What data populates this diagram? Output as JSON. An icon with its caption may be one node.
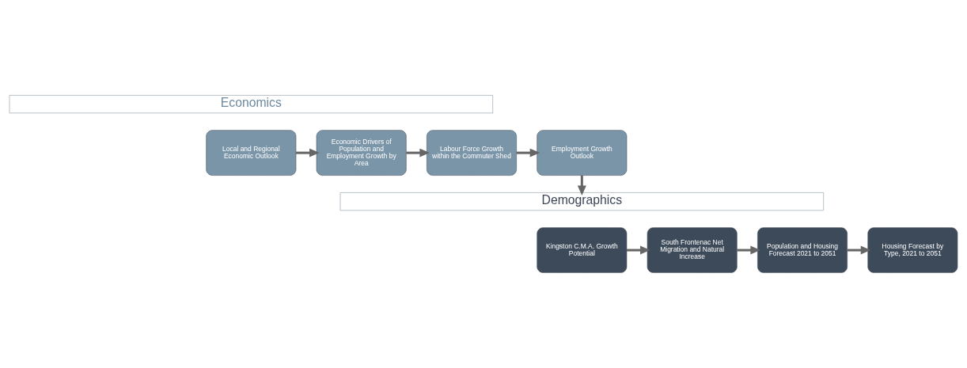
{
  "diagram": {
    "nodes": [
      {
        "text": [
          "Economics"
        ]
      },
      {
        "text": [
          "Local and Regional Economic Outlook"
        ]
      },
      {
        "text": [
          "Economic Drivers of Population and Employment Growth by Area"
        ]
      },
      {
        "text": [
          "Labour Force Growth within the Commuter Shed"
        ]
      },
      {
        "text": [
          "Employment Growth Outlook"
        ]
      },
      {
        "text": [
          "Demographics"
        ]
      },
      {
        "text": [
          "Kingston C.M.A. Growth Potential"
        ]
      },
      {
        "text": [
          "South Frontenac Net Migration and Natural Increase"
        ]
      },
      {
        "text": [
          "Population and Housing Forecast 2021 to 2051"
        ]
      },
      {
        "text": [
          "Housing Forecast by Type, 2021 to 2051"
        ]
      }
    ],
    "edges": [
      {
        "from": 1,
        "to": 2,
        "arrow": "to"
      },
      {
        "from": 2,
        "to": 3,
        "arrow": "to"
      },
      {
        "from": 3,
        "to": 4,
        "arrow": "to"
      },
      {
        "from": 4,
        "to": 5,
        "arrow": "to"
      },
      {
        "from": 6,
        "to": 7,
        "arrow": "to"
      },
      {
        "from": 7,
        "to": 8,
        "arrow": "to"
      },
      {
        "from": 8,
        "to": 9,
        "arrow": "to"
      }
    ]
  }
}
